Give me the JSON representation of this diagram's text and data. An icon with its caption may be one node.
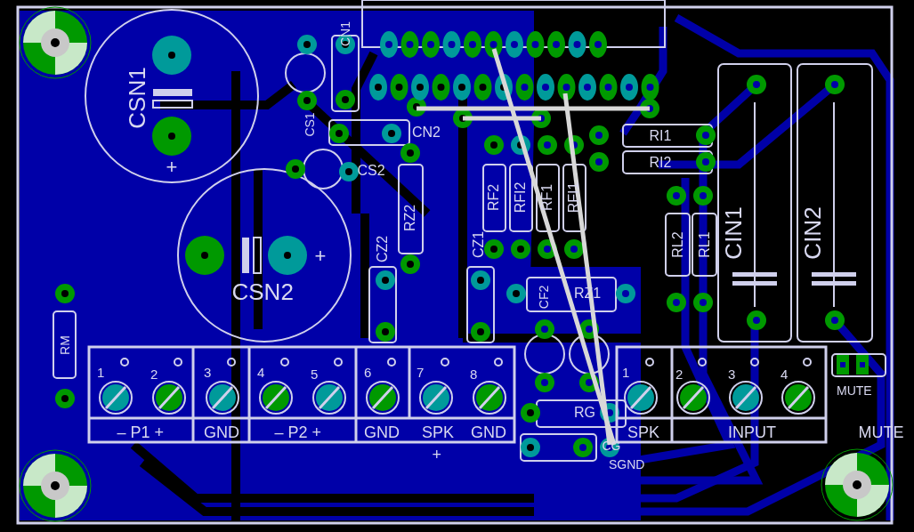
{
  "diagram": {
    "labels": [
      "CN1",
      "CSN1",
      "+",
      "CS1",
      "CN2",
      "CS2",
      "RI1",
      "RI2",
      "RF2",
      "RFI2",
      "RF1",
      "RFI1",
      "RZ2",
      "CZ2",
      "CZ1",
      "RL2",
      "RL1",
      "CIN1",
      "CIN2",
      "CSN2",
      "+",
      "CF2",
      "RZ1",
      "RM",
      "1",
      "2",
      "3",
      "4",
      "5",
      "6",
      "7",
      "8",
      "– P1 +",
      "GND",
      "– P2 +",
      "GND",
      "SPK",
      "GND",
      "+",
      "RG",
      "CG",
      "SGND",
      "1",
      "2",
      "3",
      "4",
      "SPK",
      "INPUT",
      "MUTE",
      "MUTE"
    ]
  }
}
